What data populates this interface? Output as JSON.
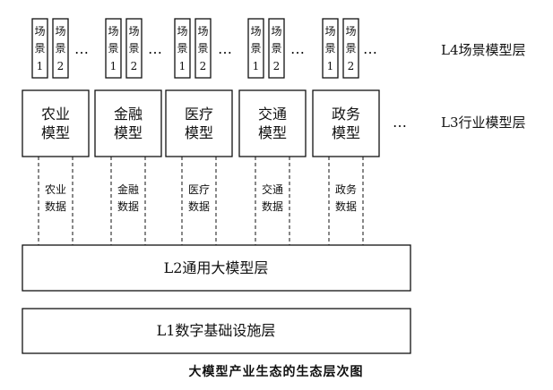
{
  "scene_char_1": "场",
  "scene_char_2": "景",
  "scene_numbers": [
    "1",
    "2"
  ],
  "ellipsis": "…",
  "industries": [
    {
      "model_line1": "农业",
      "model_line2": "模型",
      "data_line1": "农业",
      "data_line2": "数据"
    },
    {
      "model_line1": "金融",
      "model_line2": "模型",
      "data_line1": "金融",
      "data_line2": "数据"
    },
    {
      "model_line1": "医疗",
      "model_line2": "模型",
      "data_line1": "医疗",
      "data_line2": "数据"
    },
    {
      "model_line1": "交通",
      "model_line2": "模型",
      "data_line1": "交通",
      "data_line2": "数据"
    },
    {
      "model_line1": "政务",
      "model_line2": "模型",
      "data_line1": "政务",
      "data_line2": "数据"
    }
  ],
  "layers": {
    "l4": "L4场景模型层",
    "l3": "L3行业模型层",
    "l2": "L2通用大模型层",
    "l1": "L1数字基础设施层"
  },
  "caption": "大模型产业生态的生态层次图"
}
